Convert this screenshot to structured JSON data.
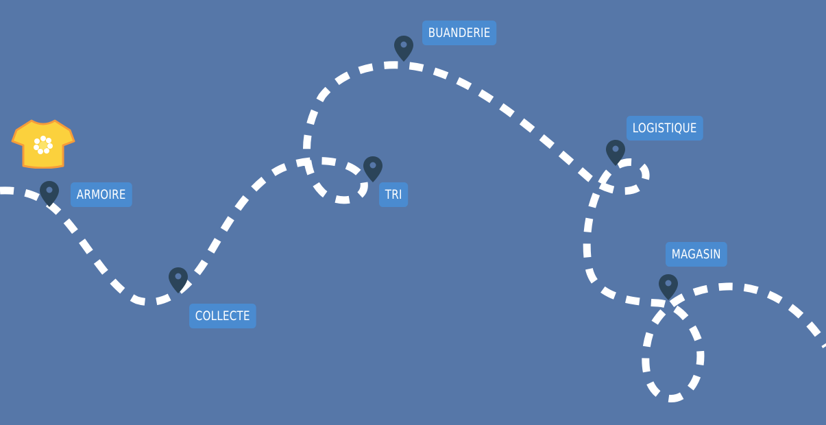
{
  "colors": {
    "background": "#5677a8",
    "label_bg": "#4a8bd0",
    "label_text": "#ffffff",
    "pin": "#2b4459",
    "path": "#ffffff",
    "shirt": "#fbd13d",
    "shirt_trim": "#f59b3a"
  },
  "start_icon": "t-shirt-icon",
  "stops": [
    {
      "id": "armoire",
      "label": "ARMOIRE"
    },
    {
      "id": "collecte",
      "label": "COLLECTE"
    },
    {
      "id": "tri",
      "label": "TRI"
    },
    {
      "id": "buanderie",
      "label": "BUANDERIE"
    },
    {
      "id": "logistique",
      "label": "LOGISTIQUE"
    },
    {
      "id": "magasin",
      "label": "MAGASIN"
    }
  ]
}
